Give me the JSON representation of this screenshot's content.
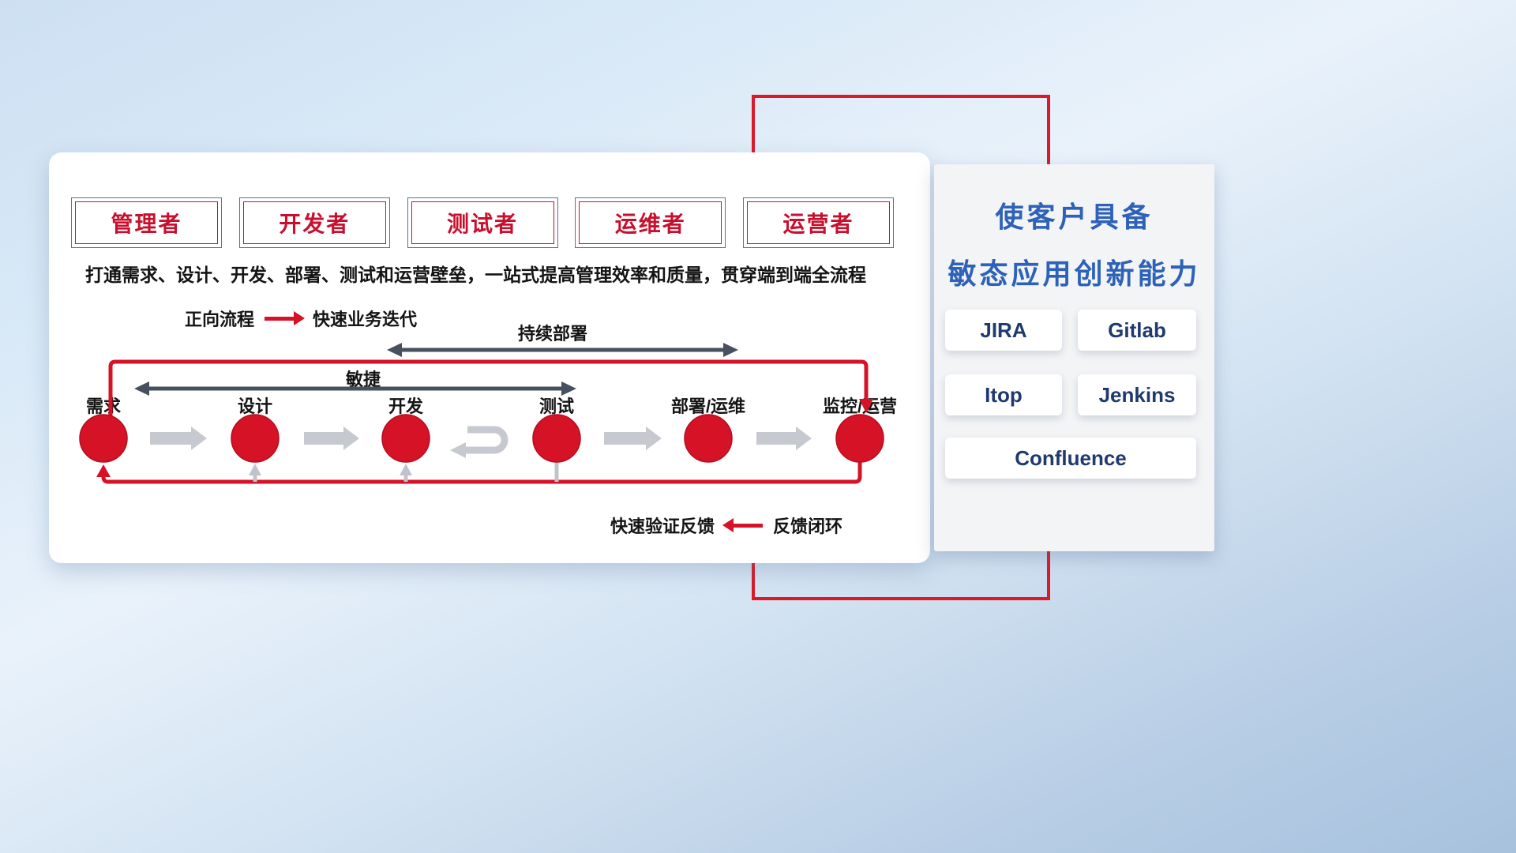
{
  "roles": [
    "管理者",
    "开发者",
    "测试者",
    "运维者",
    "运营者"
  ],
  "banner": "打通需求、设计、开发、部署、测试和运营壁垒，一站式提高管理效率和质量，贯穿端到端全流程",
  "legend_forward": {
    "label": "正向流程",
    "desc": "快速业务迭代"
  },
  "legend_feedback": {
    "label": "快速验证反馈",
    "desc": "反馈闭环"
  },
  "flow": {
    "continuous_label": "持续部署",
    "agile_label": "敏捷",
    "stages": [
      "需求",
      "设计",
      "开发",
      "测试",
      "部署/运维",
      "监控/运营"
    ]
  },
  "right_panel": {
    "title_line1": "使客户具备",
    "title_line2": "敏态应用创新能力",
    "tools": [
      "JIRA",
      "Gitlab",
      "Itop",
      "Jenkins",
      "Confluence"
    ]
  },
  "colors": {
    "accent_red": "#d51226",
    "dark_arrow_gray": "#47505e",
    "flow_gray": "#c6cad0",
    "title_blue": "#2e62b8",
    "tool_navy": "#1e3a6e"
  }
}
